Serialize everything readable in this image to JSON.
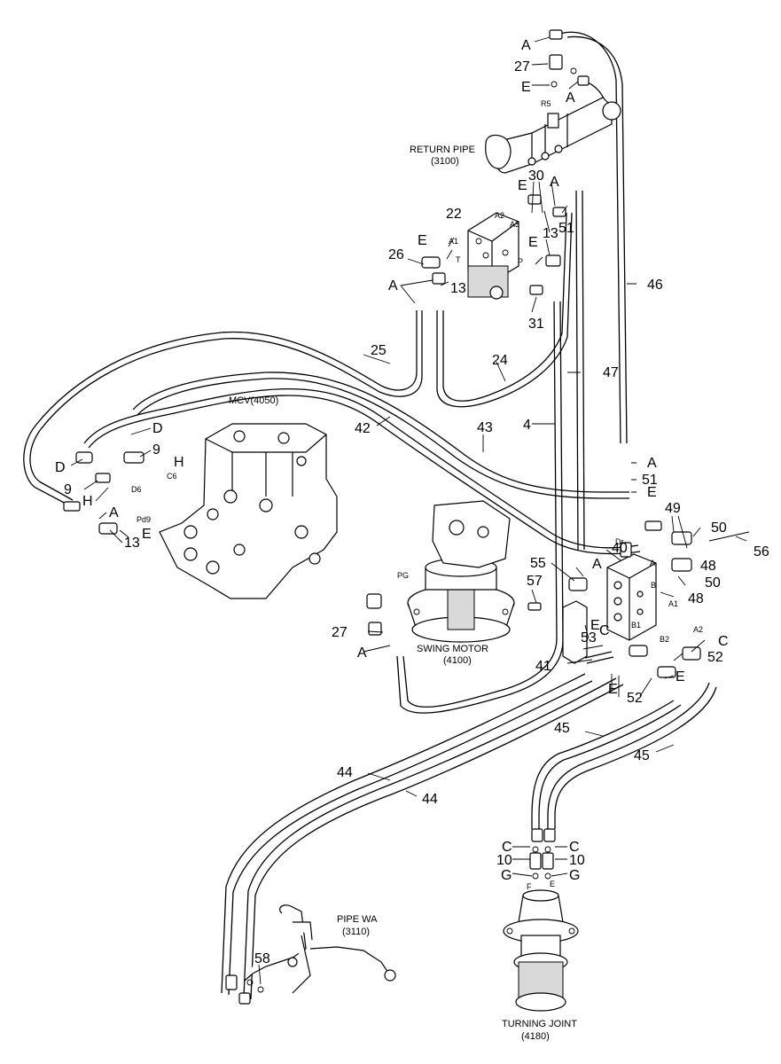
{
  "components": {
    "return_pipe": {
      "name": "RETURN PIPE",
      "code": "(3100)"
    },
    "mcv": {
      "name": "MCV(4050)"
    },
    "swing_motor": {
      "name": "SWING MOTOR",
      "code": "(4100)"
    },
    "pipe_wa": {
      "name": "PIPE WA",
      "code": "(3110)"
    },
    "turning_joint": {
      "name": "TURNING JOINT",
      "code": "(4180)"
    }
  },
  "callouts": {
    "c_a_top": "A",
    "c_27_top": "27",
    "c_e_top": "E",
    "c_a_top2": "A",
    "c_30": "30",
    "c_e_valve": "E",
    "c_a_valve": "A",
    "c_22": "22",
    "c_51_top": "51",
    "c_e_a1": "E",
    "c_13_right": "13",
    "c_e_right": "E",
    "c_26": "26",
    "c_a_left": "A",
    "c_13_left": "13",
    "c_31": "31",
    "c_46": "46",
    "c_25": "25",
    "c_24": "24",
    "c_47": "47",
    "c_4": "4",
    "c_42": "42",
    "c_43": "43",
    "c_d1": "D",
    "c_d2": "D",
    "c_9_1": "9",
    "c_h1": "H",
    "c_9_2": "9",
    "c_h2": "H",
    "c_a_mcv": "A",
    "c_e_mcv": "E",
    "c_13_mcv": "13",
    "c_a_right": "A",
    "c_51_right": "51",
    "c_e_right2": "E",
    "c_49": "49",
    "c_50_1": "50",
    "c_56": "56",
    "c_40": "40",
    "c_48_1": "48",
    "c_50_2": "50",
    "c_55": "55",
    "c_a_block": "A",
    "c_48_2": "48",
    "c_57": "57",
    "c_e_block": "E",
    "c_c_block": "C",
    "c_53": "53",
    "c_27_swing": "27",
    "c_a_swing": "A",
    "c_c_right": "C",
    "c_52_1": "52",
    "c_41": "41",
    "c_e_low1": "E",
    "c_e_low2": "E",
    "c_52_2": "52",
    "c_45_1": "45",
    "c_45_2": "45",
    "c_44_1": "44",
    "c_44_2": "44",
    "c_c_l": "C",
    "c_c_r": "C",
    "c_10_l": "10",
    "c_10_r": "10",
    "c_g_l": "G",
    "c_g_r": "G",
    "c_58": "58"
  },
  "ports": {
    "r5": "R5",
    "a1": "A1",
    "a2": "A2",
    "a3": "A3",
    "t": "T",
    "p": "P",
    "c6": "C6",
    "d6": "D6",
    "pd9": "Pd9",
    "pg": "PG",
    "dr": "Dr",
    "port_a": "A",
    "port_b": "B",
    "port_a1": "A1",
    "port_b1": "B1",
    "port_a2": "A2",
    "port_b2": "B2",
    "port_f": "F",
    "port_e": "E"
  }
}
